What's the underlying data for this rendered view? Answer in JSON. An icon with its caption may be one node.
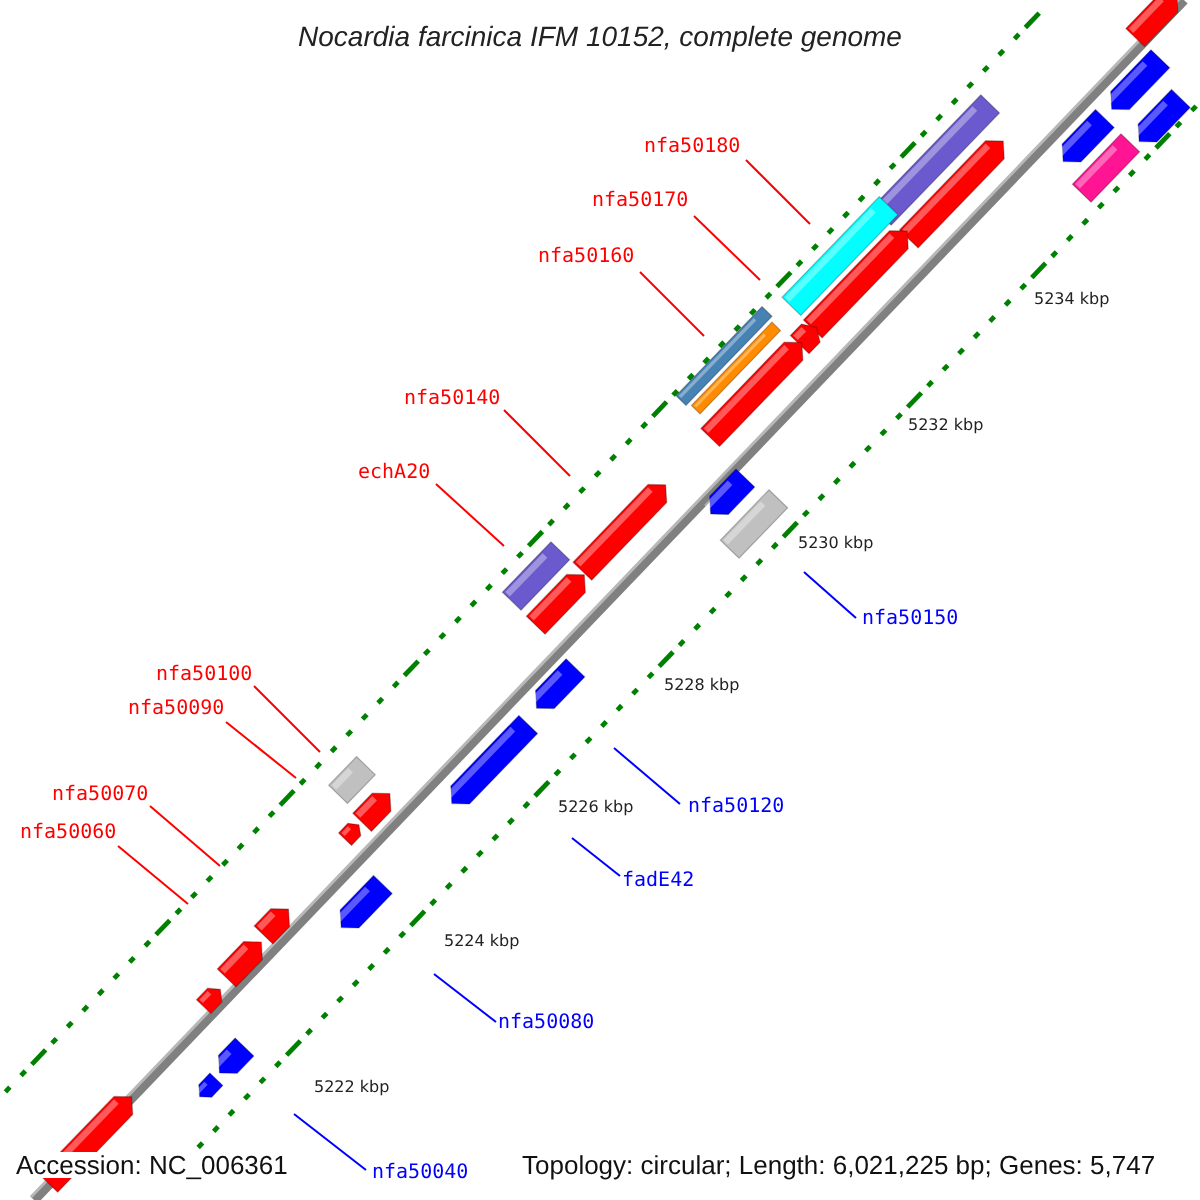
{
  "diagram": {
    "title": "Nocardia farcinica IFM 10152, complete genome",
    "nodes": [
      {
        "text": [
          "nfa50180"
        ]
      },
      {
        "text": [
          "nfa50170"
        ]
      },
      {
        "text": [
          "nfa50160"
        ]
      },
      {
        "text": [
          "nfa50140"
        ]
      },
      {
        "text": [
          "echA20"
        ]
      },
      {
        "text": [
          "nfa50150"
        ]
      },
      {
        "text": [
          "nfa50100"
        ]
      },
      {
        "text": [
          "nfa50090"
        ]
      },
      {
        "text": [
          "nfa50070"
        ]
      },
      {
        "text": [
          "nfa50120"
        ]
      },
      {
        "text": [
          "nfa50060"
        ]
      },
      {
        "text": [
          "fadE42"
        ]
      },
      {
        "text": [
          "nfa50080"
        ]
      },
      {
        "text": [
          "nfa50040"
        ]
      }
    ],
    "edges": [
      {
        "from": 0,
        "to": null,
        "arrow": "none"
      },
      {
        "from": 1,
        "to": null,
        "arrow": "none"
      },
      {
        "from": 2,
        "to": null,
        "arrow": "none"
      },
      {
        "from": 3,
        "to": null,
        "arrow": "none"
      },
      {
        "from": 4,
        "to": null,
        "arrow": "none"
      },
      {
        "from": 5,
        "to": null,
        "arrow": "none",
        "color": "#0000ff"
      },
      {
        "from": 6,
        "to": null,
        "arrow": "none"
      },
      {
        "from": 7,
        "to": null,
        "arrow": "none"
      },
      {
        "from": 8,
        "to": null,
        "arrow": "none"
      },
      {
        "from": 9,
        "to": null,
        "arrow": "none",
        "color": "#0000ff"
      },
      {
        "from": 10,
        "to": null,
        "arrow": "none"
      },
      {
        "from": 11,
        "to": null,
        "arrow": "none",
        "color": "#0000ff"
      },
      {
        "from": 12,
        "to": null,
        "arrow": "none",
        "color": "#0000ff"
      },
      {
        "from": 13,
        "to": null,
        "arrow": "none",
        "color": "#0000ff"
      }
    ],
    "labels": [
      "5234 kbp",
      "5232 kbp",
      "5230 kbp",
      "5228 kbp",
      "5226 kbp",
      "5224 kbp",
      "5222 kbp",
      "Accession: NC_006361",
      "Topology: circular; Length: 6,021,225 bp; Genes: 5,747"
    ]
  }
}
